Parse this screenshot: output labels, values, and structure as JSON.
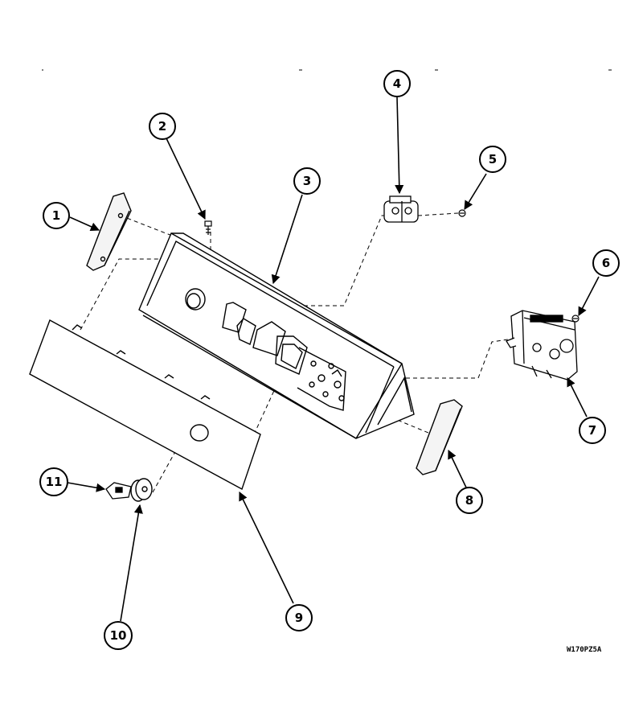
{
  "diagram": {
    "callouts": [
      {
        "id": "c1",
        "label": "1"
      },
      {
        "id": "c2",
        "label": "2"
      },
      {
        "id": "c3",
        "label": "3"
      },
      {
        "id": "c4",
        "label": "4"
      },
      {
        "id": "c5",
        "label": "5"
      },
      {
        "id": "c6",
        "label": "6"
      },
      {
        "id": "c7",
        "label": "7"
      },
      {
        "id": "c8",
        "label": "8"
      },
      {
        "id": "c9",
        "label": "9"
      },
      {
        "id": "c10",
        "label": "10"
      },
      {
        "id": "c11",
        "label": "11"
      }
    ],
    "drawing_code": "W170PZ5A",
    "colors": {
      "line": "#000000",
      "background": "#ffffff",
      "fill": "#f4f4f4"
    }
  }
}
